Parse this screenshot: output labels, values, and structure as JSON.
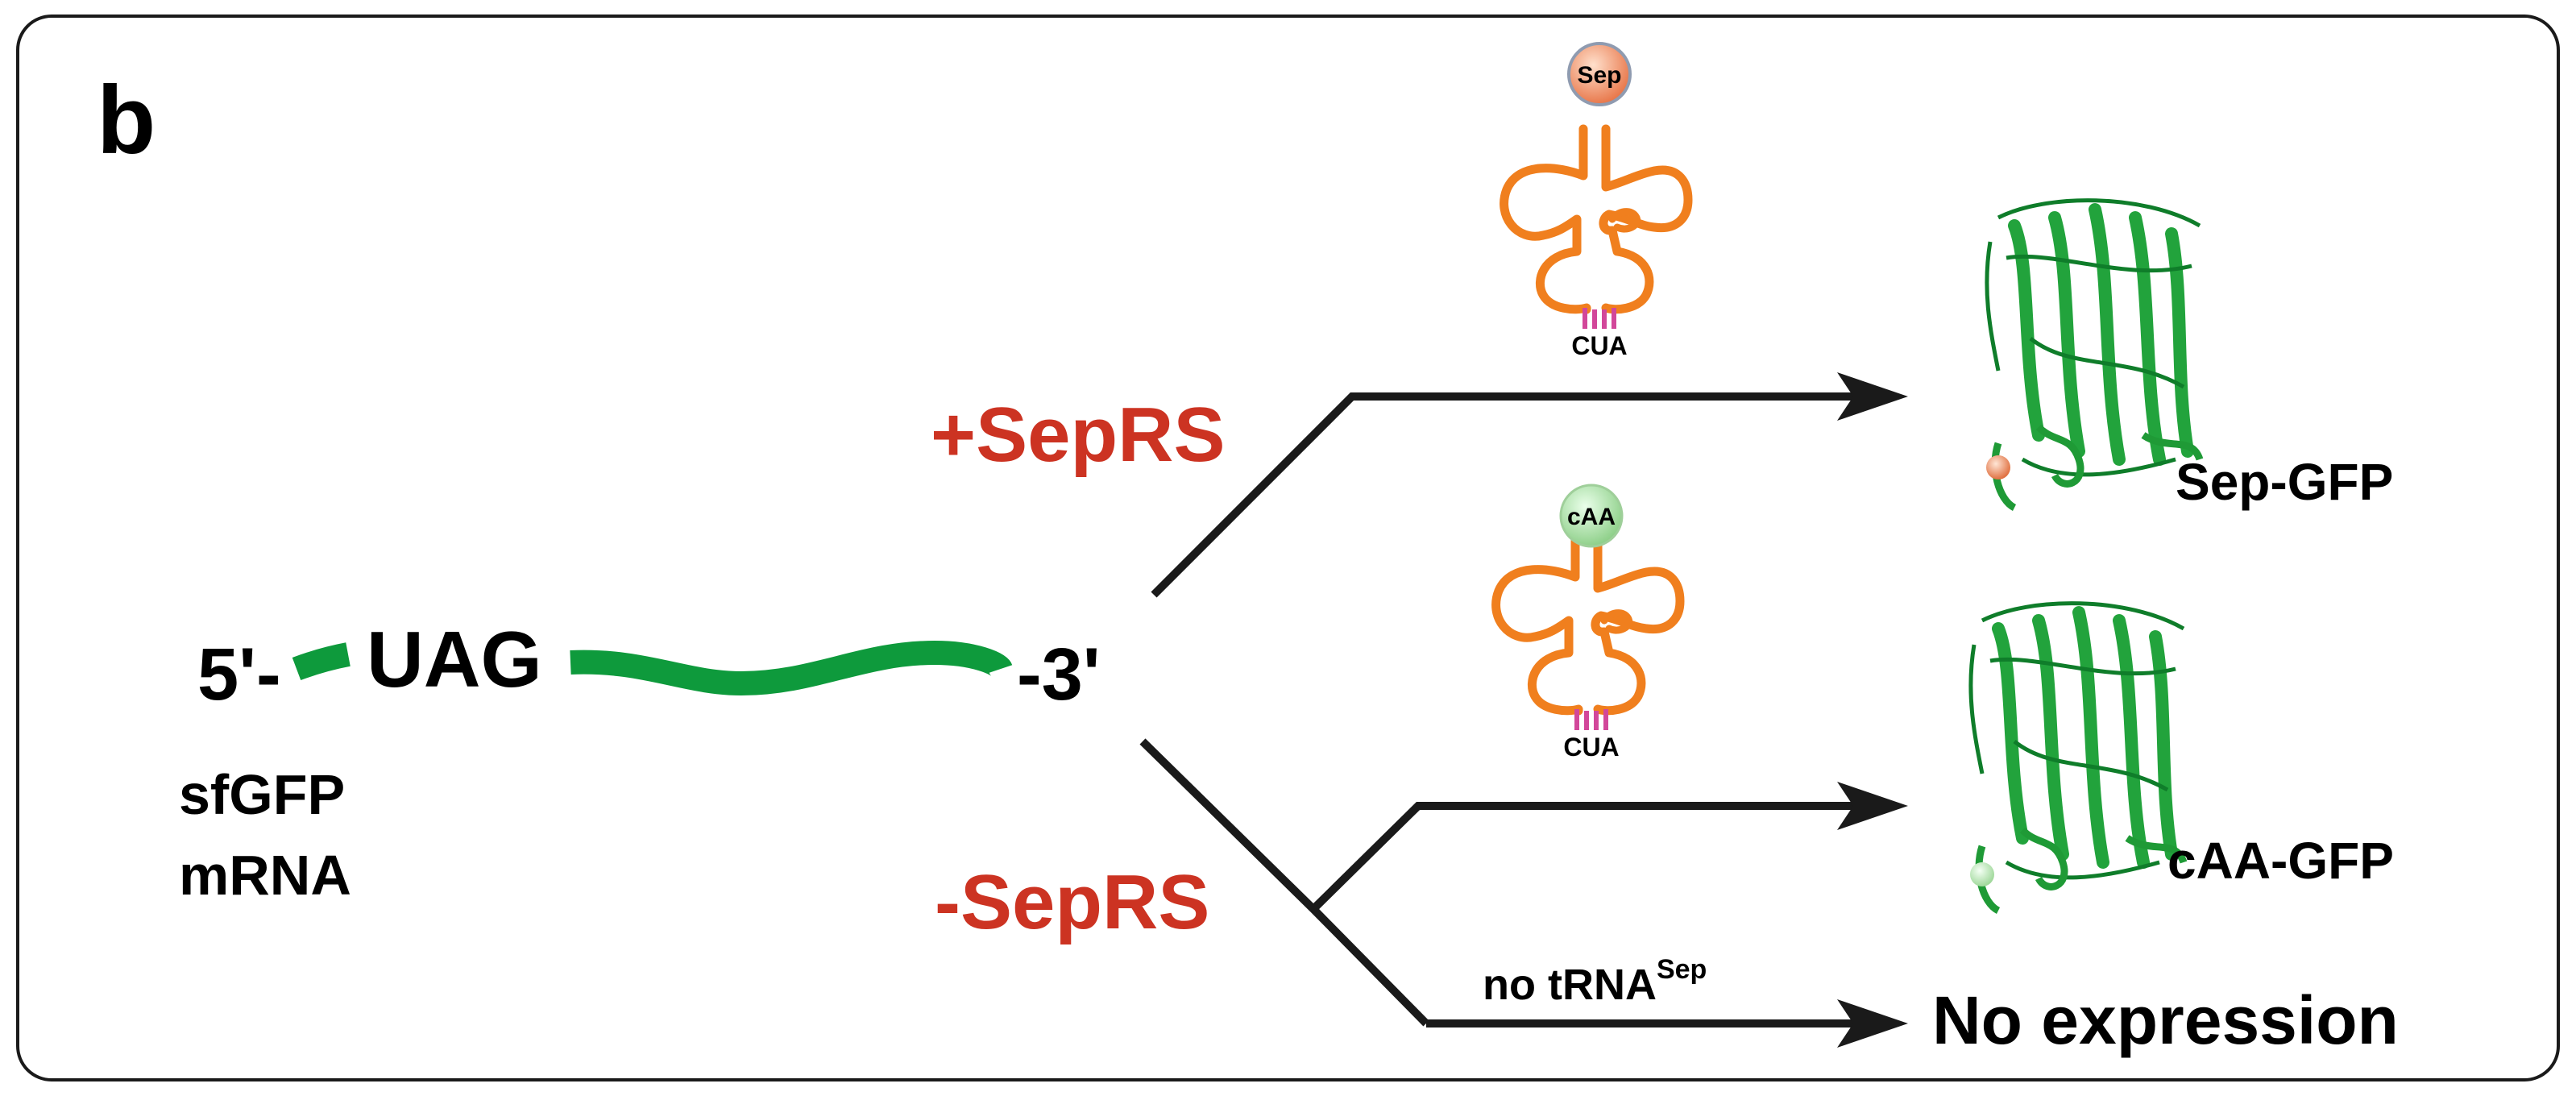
{
  "panel": {
    "letter": "b"
  },
  "mrna": {
    "five_prime": "5'-",
    "codon": "UAG",
    "three_prime": "-3'",
    "name_line1": "sfGFP",
    "name_line2": "mRNA",
    "color": "#0e9a3c"
  },
  "conditions": {
    "plus": {
      "label": "+SepRS",
      "color": "#cc3322"
    },
    "minus": {
      "label": "-SepRS",
      "color": "#cc3322"
    }
  },
  "trna_top": {
    "amino_acid": "Sep",
    "anticodon": "CUA",
    "ball_color": "#f2946a",
    "body_color": "#f07f1e",
    "anticodon_color": "#d2479a"
  },
  "trna_bottom": {
    "amino_acid": "cAA",
    "anticodon": "CUA",
    "ball_color": "#a8dca4",
    "body_color": "#f07f1e",
    "anticodon_color": "#d2479a"
  },
  "branch_label": {
    "main": "no tRNA",
    "superscript": "Sep"
  },
  "products": {
    "top": {
      "label": "Sep-GFP",
      "bead_color": "#f2946a"
    },
    "middle": {
      "label": "cAA-GFP",
      "bead_color": "#bfe6bb"
    },
    "bottom": {
      "label": "No expression"
    }
  },
  "protein_color": "#22a33c"
}
